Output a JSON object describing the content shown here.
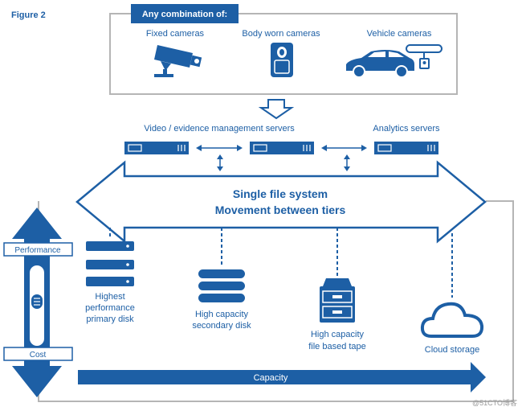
{
  "figure_label": "Figure 2",
  "sources": {
    "header": "Any combination of:",
    "items": [
      {
        "label": "Fixed cameras",
        "icon": "fixed-camera-icon"
      },
      {
        "label": "Body worn cameras",
        "icon": "body-camera-icon"
      },
      {
        "label": "Vehicle cameras",
        "icon": "vehicle-camera-icon"
      }
    ]
  },
  "servers": {
    "video_label": "Video / evidence management servers",
    "analytics_label": "Analytics servers"
  },
  "file_system": {
    "line1": "Single file system",
    "line2": "Movement between tiers"
  },
  "axis": {
    "performance": "Performance",
    "cost": "Cost",
    "capacity": "Capacity"
  },
  "tiers": [
    {
      "lines": [
        "Highest",
        "performance",
        "primary disk"
      ],
      "icon": "server-stack-icon"
    },
    {
      "lines": [
        "High capacity",
        "secondary disk"
      ],
      "icon": "disk-stack-icon"
    },
    {
      "lines": [
        "High capacity",
        "file based tape"
      ],
      "icon": "tape-library-icon"
    },
    {
      "lines": [
        "Cloud storage"
      ],
      "icon": "cloud-icon"
    }
  ],
  "watermark": "@51CTO博客",
  "colors": {
    "primary": "#1d5fa5",
    "frame": "#b5b5b5"
  }
}
